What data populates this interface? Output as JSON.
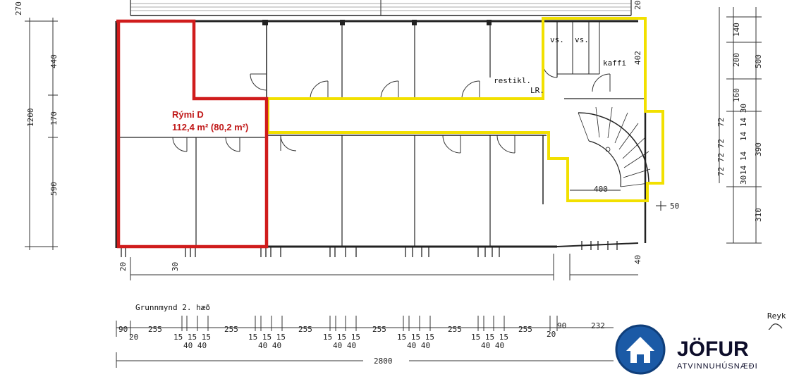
{
  "highlight_colors": {
    "space_d": "#d01c1c",
    "common_area": "#f2e000"
  },
  "space_d": {
    "title": "Rými D",
    "area": "112,4 m² (80,2 m²)"
  },
  "plan_title": "Grunnmynd 2. hæð",
  "room_labels": {
    "vs1": "vs.",
    "vs2": "vs.",
    "kaffi": "kaffi",
    "restikl": "restikl.",
    "lr": "LR."
  },
  "right_dims": {
    "d140": "140",
    "d200": "200",
    "d500": "500",
    "d160": "160",
    "d72a": "72",
    "d1430": "14 14 30",
    "d390": "390",
    "d72b": "72 72 72",
    "d14": "14 14",
    "d30": "30",
    "d310": "310",
    "d50": "50",
    "d402": "402",
    "d400": "400",
    "d40": "40"
  },
  "left_dims": {
    "top": "270",
    "d440": "440",
    "d1200": "1200",
    "d170": "170",
    "d590": "590",
    "d20": "20",
    "d30": "30"
  },
  "top_marks": {
    "d20": "20"
  },
  "bottom_dims": {
    "row1": [
      "90",
      "255",
      "255",
      "255",
      "255",
      "255",
      "255",
      "90",
      "232"
    ],
    "fifteens": [
      "15 15 15",
      "15 15 15",
      "15 15 15",
      "15 15 15",
      "15 15 15"
    ],
    "forties": [
      "40 40",
      "40 40",
      "40 40",
      "40 40",
      "40 40"
    ],
    "twenty_left": "20",
    "twenty_right": "20",
    "total": "2800"
  },
  "corner_text": "Reyk",
  "logo": {
    "name": "JÖFUR",
    "tagline": "ATVINNUHÚSNÆÐI",
    "colors": {
      "circle": "#1b5aa6",
      "house": "#ffffff",
      "text": "#0d0d2a"
    }
  }
}
